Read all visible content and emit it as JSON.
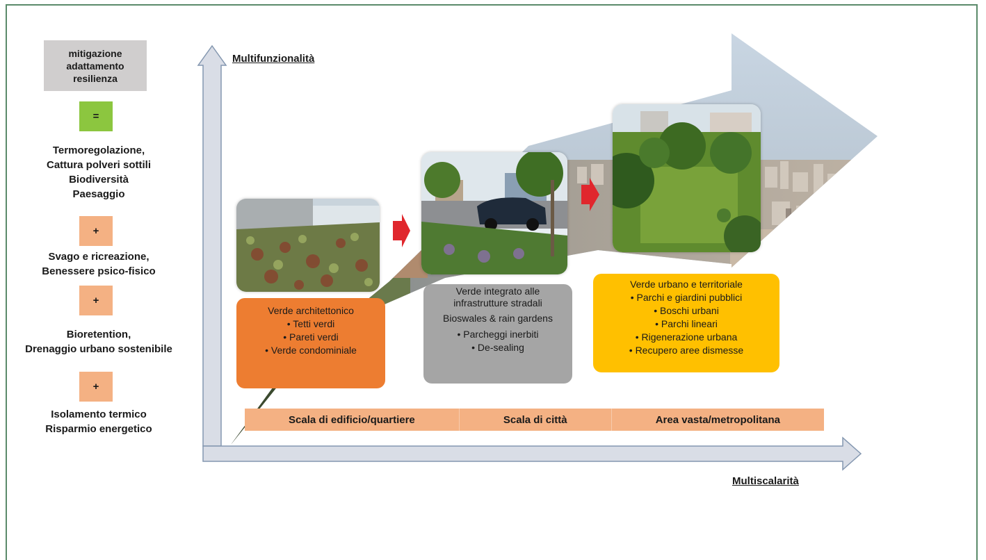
{
  "left_panel": {
    "header_box": "mitigazione\nadattamento\nresilienza",
    "equals_symbol": "=",
    "benefit_groups": [
      [
        "Termoregolazione,",
        "Cattura polveri sottili",
        "Biodiversità",
        "Paesaggio"
      ],
      [
        "Svago e ricreazione,",
        "Benessere psico-fisico"
      ],
      [
        "Bioretention,",
        "Drenaggio urbano sostenibile"
      ],
      [
        "Isolamento termico",
        "Risparmio energetico"
      ]
    ],
    "plus_symbol": "+"
  },
  "axes": {
    "y_title": "Multifunzionalità",
    "x_title": "Multiscalarità"
  },
  "categories": [
    {
      "title": "Verde architettonico",
      "items": [
        "• Tetti verdi",
        "• Pareti verdi",
        "• Verde condominiale"
      ],
      "color": "#ed7d31"
    },
    {
      "title": "Verde integrato alle infrastrutture  stradali",
      "subtitle": "Bioswales & rain gardens",
      "items": [
        "• Parcheggi inerbiti",
        "• De-sealing"
      ],
      "color": "#a5a5a5"
    },
    {
      "title": "Verde urbano  e territoriale",
      "items": [
        "• Parchi e giardini pubblici",
        "• Boschi urbani",
        "• Parchi lineari",
        "• Rigenerazione  urbana",
        "• Recupero  aree  dismesse"
      ],
      "color": "#ffc000"
    }
  ],
  "scales": [
    "Scala di edificio/quartiere",
    "Scala di città",
    "Area vasta/metropolitana"
  ],
  "colors": {
    "frame": "#5a8a6a",
    "axis_fill": "#d9dde6",
    "axis_stroke": "#8497b0",
    "arrow_red": "#e0272d",
    "scale_bar": "#f4b183"
  }
}
